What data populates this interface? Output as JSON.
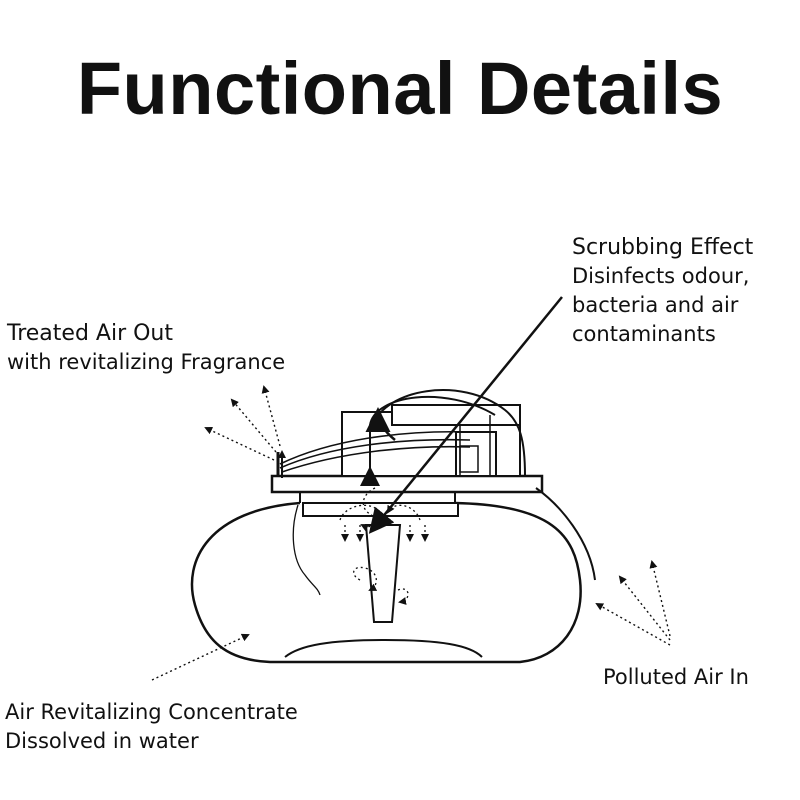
{
  "title": "Functional Details",
  "labels": {
    "treated_air": {
      "heading": "Treated  Air Out",
      "detail": "with revitalizing Fragrance"
    },
    "scrubbing": {
      "heading": "Scrubbing Effect",
      "lines": [
        "Disinfects odour,",
        "bacteria and air",
        "contaminants"
      ]
    },
    "polluted_air": "Polluted Air In",
    "concentrate": {
      "line1": "Air Revitalizing Concentrate",
      "line2": "Dissolved  in water"
    }
  },
  "colors": {
    "ink": "#111111",
    "background": "#ffffff"
  }
}
